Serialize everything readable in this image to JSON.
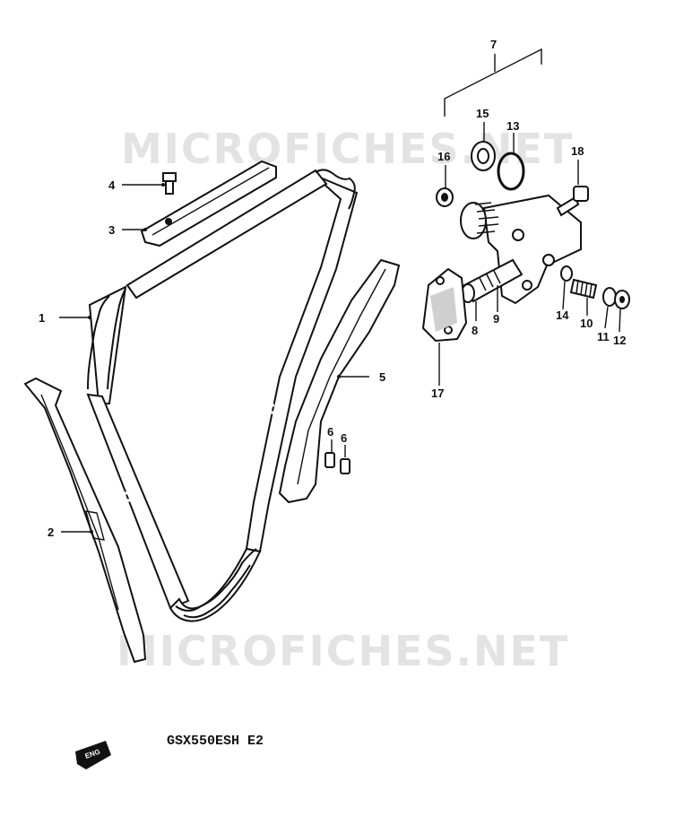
{
  "watermark": "MICROFICHES.NET",
  "model_label": "GSX550ESH  E2",
  "engine_badge": "ENG",
  "callouts": {
    "p1": "1",
    "p2": "2",
    "p3": "3",
    "p4": "4",
    "p5": "5",
    "p6a": "6",
    "p6b": "6",
    "p7": "7",
    "p8": "8",
    "p9": "9",
    "p10": "10",
    "p11": "11",
    "p12": "12",
    "p13": "13",
    "p14": "14",
    "p15": "15",
    "p16": "16",
    "p17": "17",
    "p18": "18"
  }
}
